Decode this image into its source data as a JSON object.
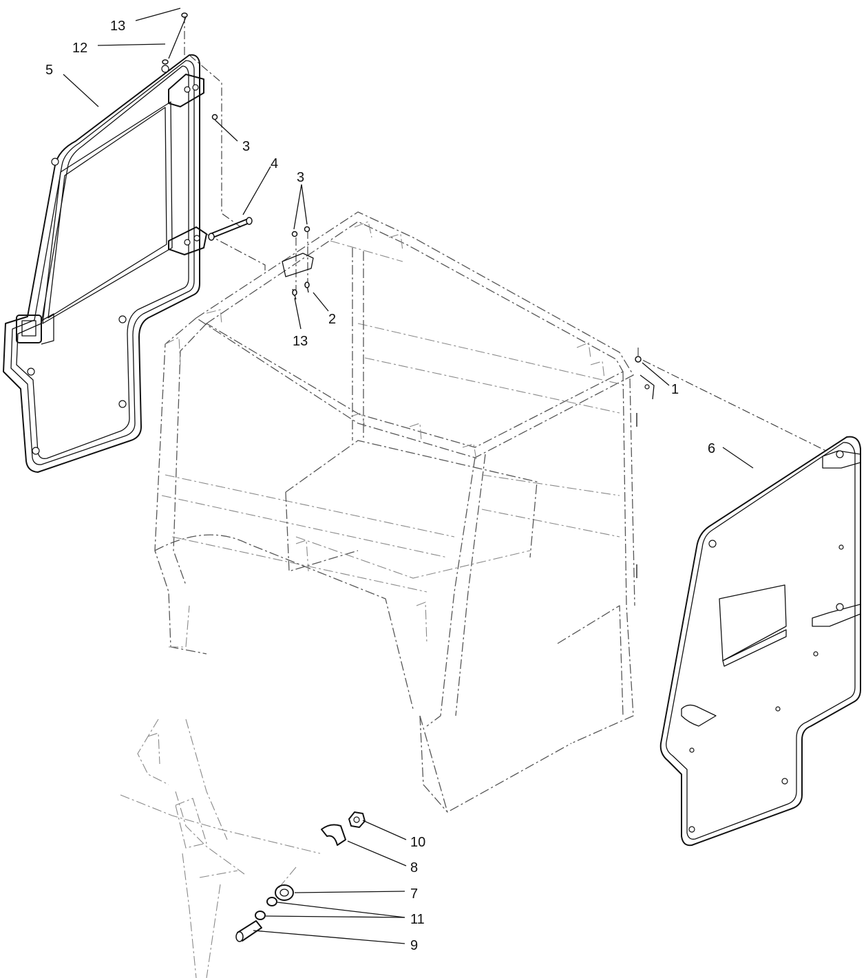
{
  "callouts": [
    {
      "id": "c13-top",
      "text": "13"
    },
    {
      "id": "c12",
      "text": "12"
    },
    {
      "id": "c5",
      "text": "5"
    },
    {
      "id": "c3-top",
      "text": "3"
    },
    {
      "id": "c4",
      "text": "4"
    },
    {
      "id": "c3-mid",
      "text": "3"
    },
    {
      "id": "c2",
      "text": "2"
    },
    {
      "id": "c13-mid",
      "text": "13"
    },
    {
      "id": "c1",
      "text": "1"
    },
    {
      "id": "c6",
      "text": "6"
    },
    {
      "id": "c10",
      "text": "10"
    },
    {
      "id": "c8",
      "text": "8"
    },
    {
      "id": "c7",
      "text": "7"
    },
    {
      "id": "c11",
      "text": "11"
    },
    {
      "id": "c9",
      "text": "9"
    }
  ]
}
